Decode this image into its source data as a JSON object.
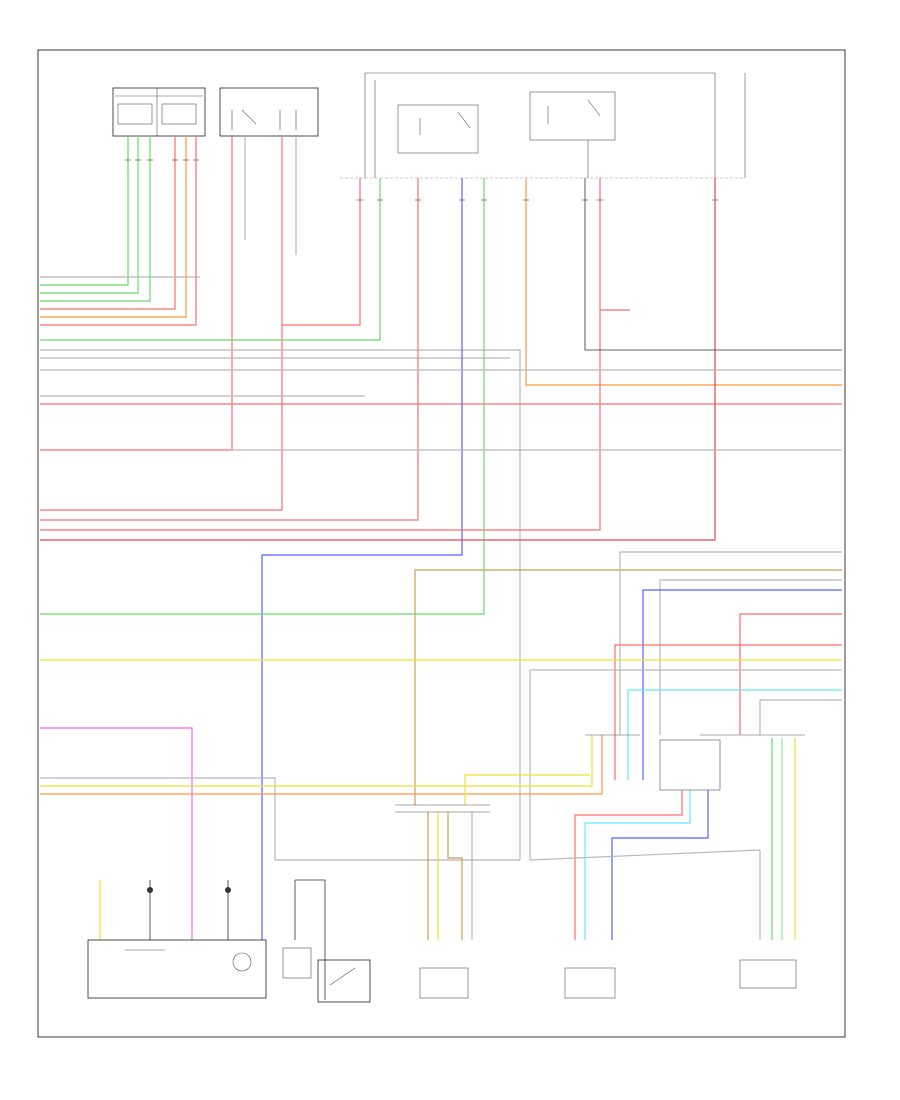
{
  "page_code": "",
  "colors": {
    "frame": "#222222",
    "blk": "#333333",
    "red": "#ff6b6b",
    "darkred": "#e04848",
    "green": "#66dd66",
    "blue": "#5560ff",
    "yellow": "#f0e030",
    "orange": "#ff9a40",
    "tan": "#c8a050",
    "pink": "#ff66ee",
    "gray": "#b8b8b8",
    "ltblue": "#66e8ff",
    "ltgreen": "#90ee90"
  },
  "components": [
    {
      "id": "top-left-module"
    },
    {
      "id": "relay-switch-box"
    },
    {
      "id": "fuse-relay-box"
    },
    {
      "id": "right-junction-block"
    },
    {
      "id": "center-junction-block"
    },
    {
      "id": "fuel-pump-module"
    },
    {
      "id": "fuel-level-sender"
    },
    {
      "id": "pressure-switch"
    },
    {
      "id": "injector-1"
    },
    {
      "id": "injector-2"
    },
    {
      "id": "injector-3"
    }
  ]
}
